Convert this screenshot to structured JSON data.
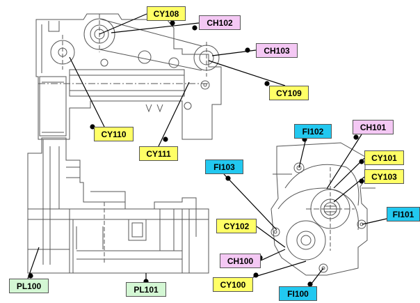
{
  "diagram": {
    "colors": {
      "cylinder": "#ffff66",
      "chain": "#f4c8f4",
      "fixture": "#22c8f0",
      "plate": "#d4f7d4",
      "leader": "#000000",
      "drawing_line": "#555555"
    },
    "labels": {
      "cy108": "CY108",
      "ch102": "CH102",
      "ch103": "CH103",
      "cy109": "CY109",
      "cy110": "CY110",
      "cy111": "CY111",
      "fi102": "FI102",
      "ch101": "CH101",
      "cy101": "CY101",
      "cy103": "CY103",
      "fi103": "FI103",
      "fi101": "FI101",
      "cy102": "CY102",
      "ch100": "CH100",
      "cy100": "CY100",
      "fi100": "FI100",
      "pl100": "PL100",
      "pl101": "PL101"
    }
  }
}
